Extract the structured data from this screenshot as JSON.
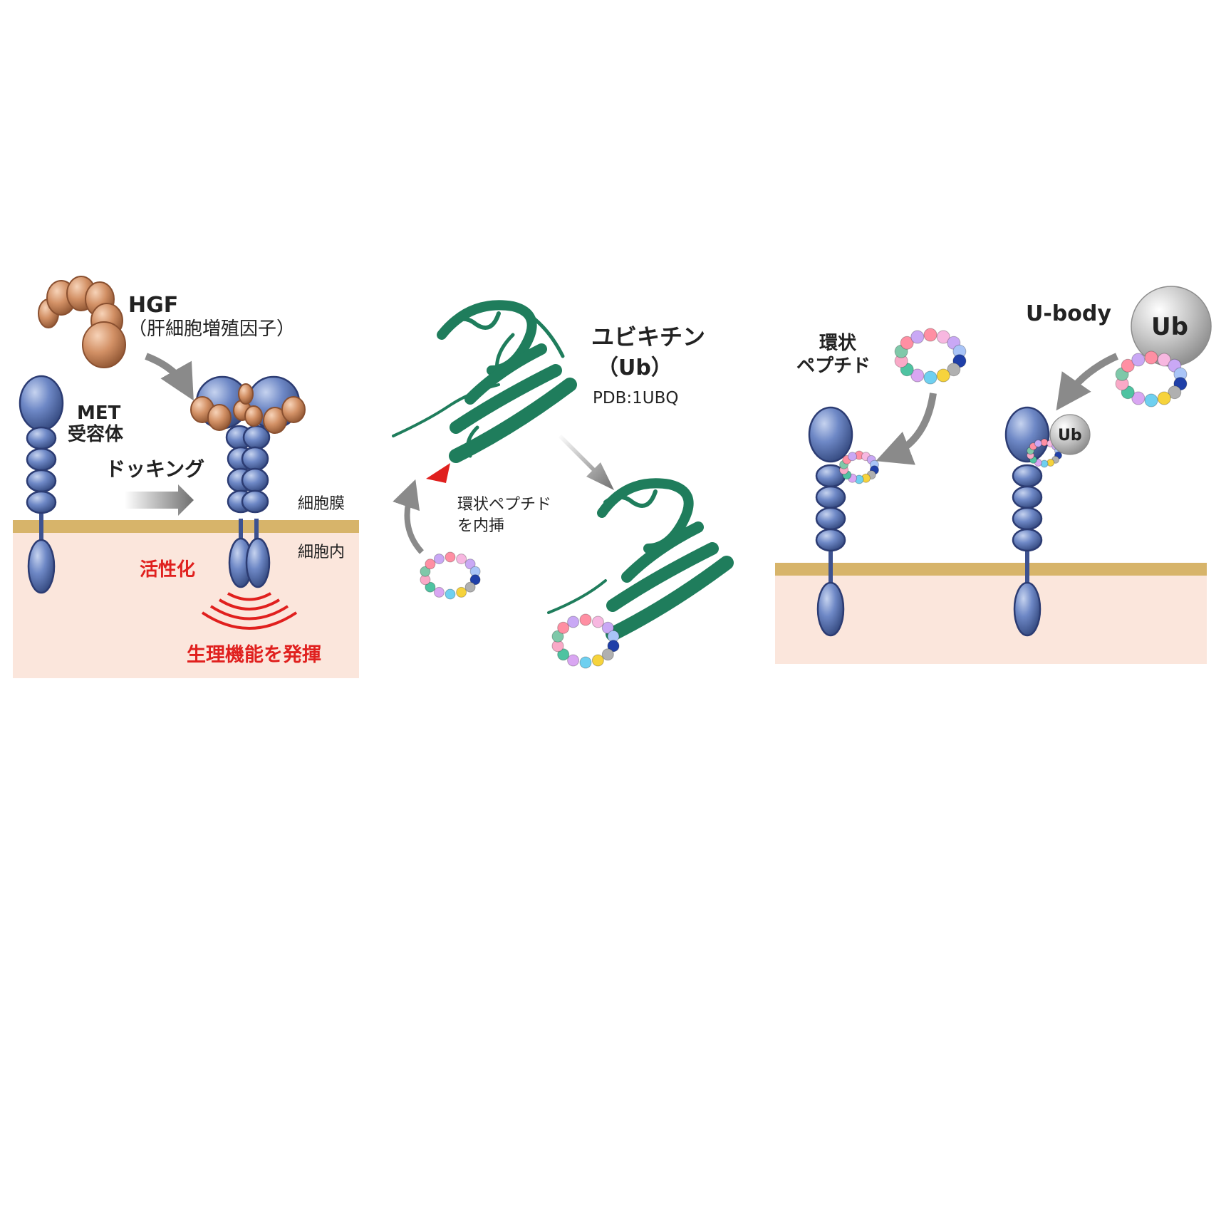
{
  "colors": {
    "membrane": "#d7b46a",
    "cytoplasm": "#fbe6dc",
    "receptor": "#5f79b8",
    "receptor_edge": "#2c3c73",
    "hgf": "#cf9066",
    "hgf_edge": "#8a5030",
    "ubiquitin": "#1f7d5c",
    "arrow": "#8a8a8a",
    "emphasis_red": "#e0201e",
    "ub_sphere": "#bdbdbd"
  },
  "panel1": {
    "hgf_label": "HGF",
    "hgf_sub": "（肝細胞増殖因子）",
    "met_label_line1": "MET",
    "met_label_line2": "受容体",
    "docking": "ドッキング",
    "membrane_label": "細胞膜",
    "cytoplasm_label": "細胞内",
    "activation": "活性化",
    "function": "生理機能を発揮"
  },
  "panel2": {
    "ubiquitin_title": "ユビキチン",
    "ubiquitin_abbrev": "（Ub）",
    "pdb_id": "PDB:1UBQ",
    "insert_line1": "環状ペプチド",
    "insert_line2": "を内挿"
  },
  "panel3": {
    "cyclic_line1": "環状",
    "cyclic_line2": "ペプチド",
    "ubody_label": "U-body",
    "ub_big": "Ub",
    "ub_small": "Ub"
  },
  "peptide_bead_colors": [
    "#ff8fa3",
    "#f7b7e0",
    "#c9a8f5",
    "#a9c4f7",
    "#1f3fa8",
    "#b0b0b0",
    "#f6d33c",
    "#6fd0f0",
    "#d9a6f2",
    "#4ec3a1",
    "#f9a9c7",
    "#7fc8a9",
    "#ff8fa3",
    "#c9a8f5"
  ]
}
